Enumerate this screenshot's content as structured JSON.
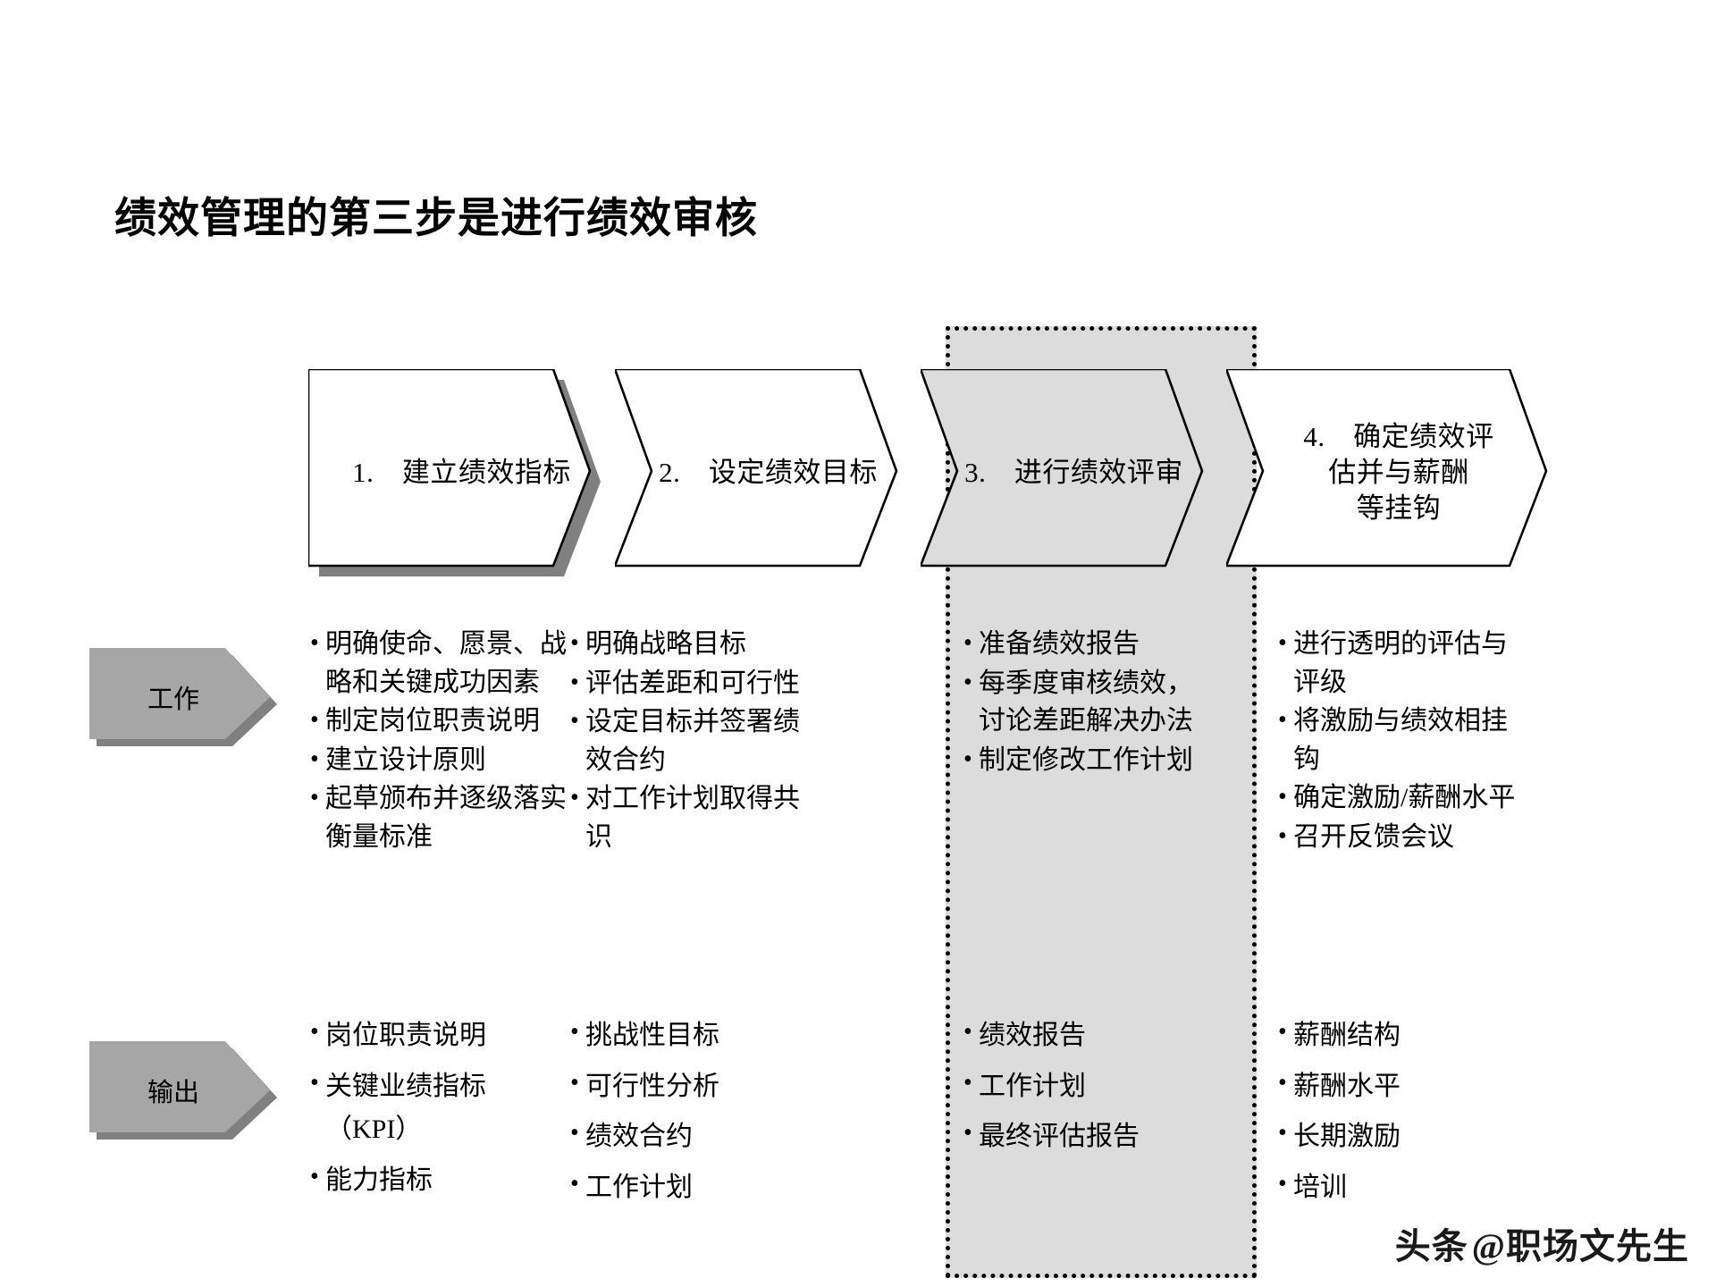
{
  "page_title": "绩效管理的第三步是进行绩效审核",
  "colors": {
    "highlight_fill": "#dcdcdc",
    "role_tag_fill": "#a6a6a6",
    "shadow": "#808080",
    "outline": "#000000",
    "background": "#ffffff"
  },
  "steps": [
    {
      "label": "1.　建立绩效指标",
      "highlighted": false
    },
    {
      "label": "2.　设定绩效目标",
      "highlighted": false
    },
    {
      "label": "3.　进行绩效评审",
      "highlighted": true
    },
    {
      "label": "4.　确定绩效评\n估并与薪酬\n等挂钩",
      "highlighted": false
    }
  ],
  "row_labels": [
    {
      "label": "工作",
      "name": "work"
    },
    {
      "label": "输出",
      "name": "output"
    }
  ],
  "work": [
    [
      "明确使命、愿景、战略和关键成功因素",
      "制定岗位职责说明",
      "建立设计原则",
      "起草颁布并逐级落实衡量标准"
    ],
    [
      "明确战略目标",
      "评估差距和可行性",
      "设定目标并签署绩效合约",
      "对工作计划取得共识"
    ],
    [
      "准备绩效报告",
      "每季度审核绩效，讨论差距解决办法",
      "制定修改工作计划"
    ],
    [
      "进行透明的评估与评级",
      "将激励与绩效相挂钩",
      "确定激励/薪酬水平",
      "召开反馈会议"
    ]
  ],
  "output": [
    [
      "岗位职责说明",
      "关键业绩指标（KPI）",
      "能力指标"
    ],
    [
      "挑战性目标",
      "可行性分析",
      "绩效合约",
      "工作计划"
    ],
    [
      "绩效报告",
      "工作计划",
      "最终评估报告"
    ],
    [
      "薪酬结构",
      "薪酬水平",
      "长期激励",
      "培训"
    ]
  ],
  "bullet_glyph": "•",
  "watermark": {
    "logo": "头条",
    "handle": "@职场文先生"
  }
}
